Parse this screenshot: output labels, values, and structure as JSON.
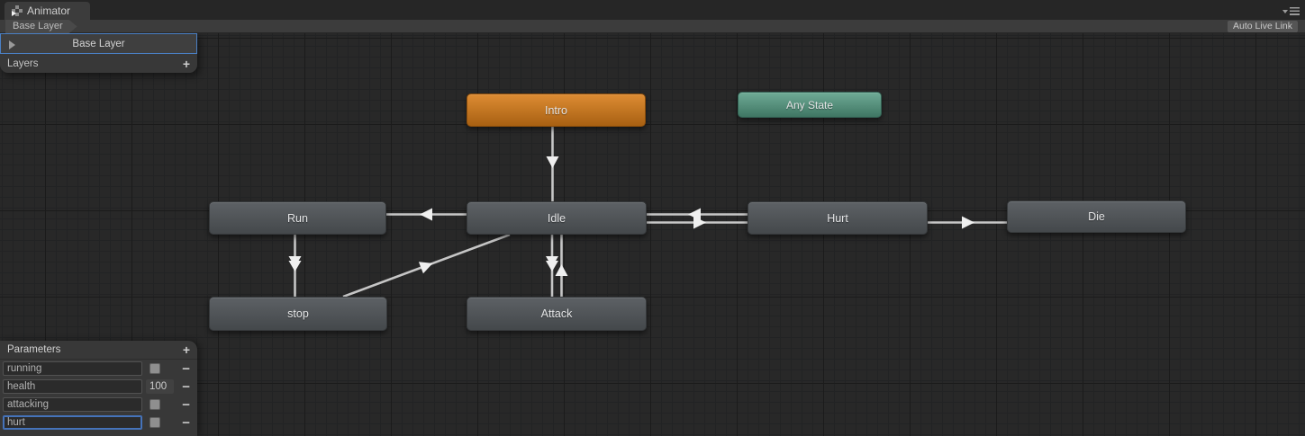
{
  "window": {
    "tab_title": "Animator",
    "menu_icon": "window-dropdown-menu"
  },
  "toolbar": {
    "breadcrumb": "Base Layer",
    "auto_live_link_label": "Auto Live Link"
  },
  "layers_panel": {
    "selected_layer": "Base Layer",
    "footer_label": "Layers",
    "add_label": "+"
  },
  "parameters_panel": {
    "title": "Parameters",
    "add_label": "+",
    "remove_label": "−",
    "rows": [
      {
        "name": "running",
        "type": "bool",
        "checked": false
      },
      {
        "name": "health",
        "type": "int",
        "value": "100"
      },
      {
        "name": "attacking",
        "type": "bool",
        "checked": false
      },
      {
        "name": "hurt",
        "type": "bool",
        "checked": false,
        "editing": true
      }
    ]
  },
  "graph": {
    "nodes": [
      {
        "label": "Intro",
        "kind": "default-state",
        "color": "#cf7b1f"
      },
      {
        "label": "Any State",
        "kind": "any-state",
        "color": "#4e8a75"
      },
      {
        "label": "Run",
        "kind": "state",
        "color": "#515558"
      },
      {
        "label": "Idle",
        "kind": "state",
        "color": "#515558"
      },
      {
        "label": "Hurt",
        "kind": "state",
        "color": "#515558"
      },
      {
        "label": "Die",
        "kind": "state",
        "color": "#515558"
      },
      {
        "label": "stop",
        "kind": "state",
        "color": "#515558"
      },
      {
        "label": "Attack",
        "kind": "state",
        "color": "#515558"
      }
    ],
    "transitions": [
      {
        "from": "Intro",
        "to": "Idle"
      },
      {
        "from": "Idle",
        "to": "Run"
      },
      {
        "from": "Hurt",
        "to": "Idle"
      },
      {
        "from": "Idle",
        "to": "Hurt"
      },
      {
        "from": "Hurt",
        "to": "Die"
      },
      {
        "from": "Run",
        "to": "stop",
        "multiple": true
      },
      {
        "from": "stop",
        "to": "Idle"
      },
      {
        "from": "Idle",
        "to": "Attack",
        "multiple": true
      },
      {
        "from": "Attack",
        "to": "Idle"
      }
    ]
  },
  "colors": {
    "canvas_bg": "#282828",
    "panel_bg": "#3c3c3c",
    "selection_blue": "#4a80c5",
    "node_gray": "#515558",
    "node_orange": "#cf7b1f",
    "node_teal": "#4e8a75",
    "edge": "#c6c6c6"
  }
}
